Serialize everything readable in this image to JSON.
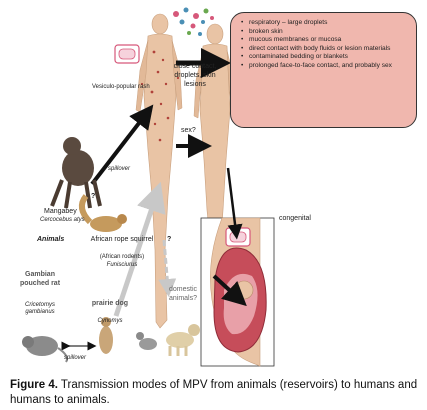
{
  "labels": {
    "vesiculo_rash": "Vesiculo-popular rash",
    "transmission_human": "close contact, droplets, skin lesions",
    "sex_question": "sex?",
    "spillover_top": "spillover",
    "spillover_bottom": "spillover",
    "congenital": "congenital",
    "question_upper": "?",
    "question_middle": "?",
    "mangabey": "Mangabey",
    "mangabey_latin": "Cercocebus atys",
    "animals": "Animals",
    "rope_squirrel": "African rope squirrel",
    "rope_squirrel_sub": "(African rodents)",
    "rope_squirrel_latin": "Funisciurus",
    "gambian_rat": "Gambian pouched rat",
    "gambian_rat_latin": "Cricetomys gambianus",
    "prairie_dog": "prairie dog",
    "prairie_dog_latin": "Cynomys",
    "domestic_animals": "domestic animals?",
    "figure_label": "Figure 4.",
    "figure_text": " Transmission modes of MPV from animals (reservoirs) to humans and humans to animals."
  },
  "routes": [
    "respiratory – large droplets",
    "broken skin",
    "mucous membranes or mucosa",
    "direct contact with body fluids or lesion materials",
    "contaminated bedding or blankets",
    "prolonged face-to-face contact, and probably sex"
  ],
  "colors": {
    "routes_box_bg": "#f0b7ae",
    "rash_dots": "#b0423a",
    "virus_icon": "#d6587a",
    "arrow_black": "#111111",
    "arrow_gray": "#c8c8c8",
    "skin": "#e9c4a5",
    "skin_dark": "#d9a883"
  }
}
